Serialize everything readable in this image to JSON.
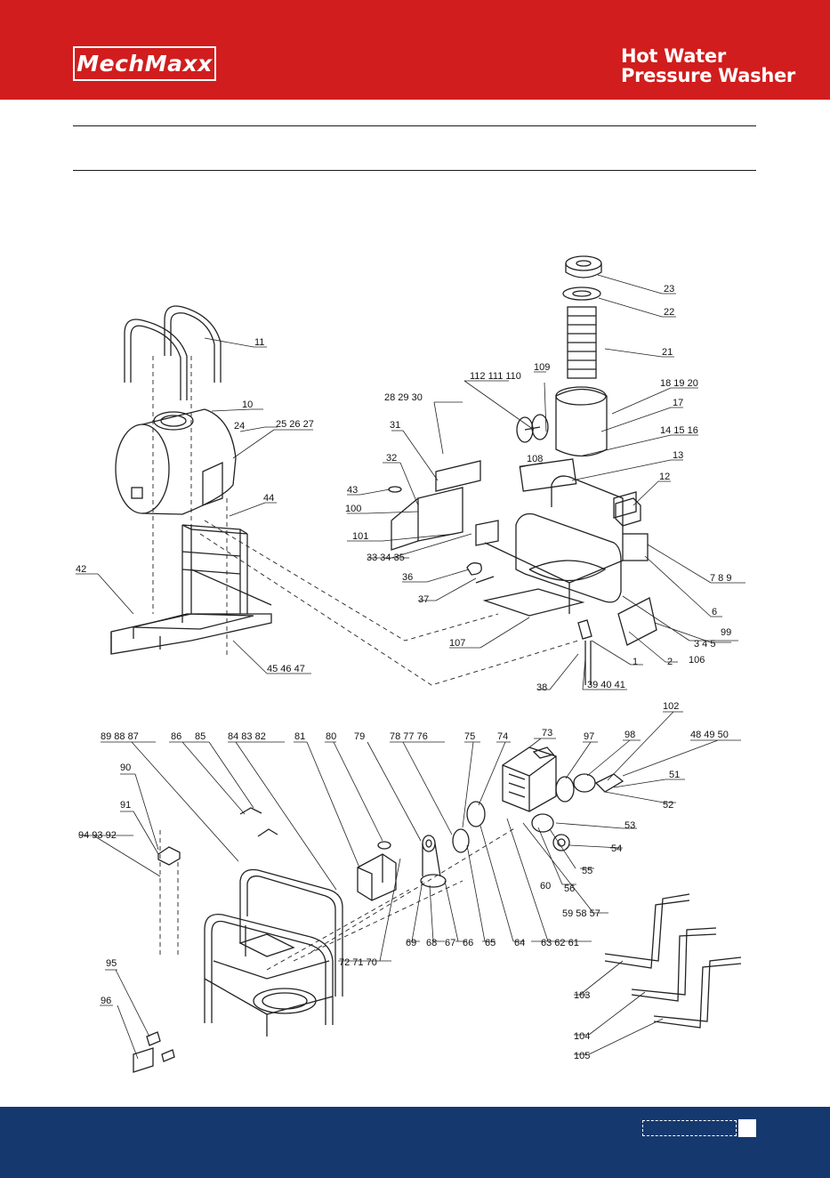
{
  "header": {
    "brand": "MechMaxx",
    "title_line1": "Hot Water",
    "title_line2": "Pressure Washer"
  },
  "colors": {
    "header_red": "#d11d1d",
    "footer_blue": "#15396e"
  },
  "labels": {
    "l1": "1",
    "l2": "2",
    "l345": "3  4  5",
    "l6": "6",
    "l789": "7  8  9",
    "l10": "10",
    "l11": "11",
    "l12": "12",
    "l13": "13",
    "l141516": "14  15  16",
    "l17": "17",
    "l181920": "18  19  20",
    "l21": "21",
    "l22": "22",
    "l23": "23",
    "l24": "24",
    "l252627": "25  26  27",
    "l282930": "28  29  30",
    "l31": "31",
    "l32": "32",
    "l333435": "33  34  35",
    "l36": "36",
    "l37": "37",
    "l38": "38",
    "l394041": "39  40  41",
    "l42": "42",
    "l43": "43",
    "l44": "44",
    "l454647": "45  46  47",
    "l484950": "48  49  50",
    "l51": "51",
    "l52": "52",
    "l53": "53",
    "l54": "54",
    "l55": "55",
    "l56": "56",
    "l575859": "59  58  57",
    "l60": "60",
    "l616263": "63  62  61",
    "l64": "64",
    "l65": "65",
    "l66": "66",
    "l67": "67",
    "l68": "68",
    "l69": "69",
    "l707172": "72  71  70",
    "l73": "73",
    "l74": "74",
    "l75": "75",
    "l767778": "78  77  76",
    "l79": "79",
    "l80": "80",
    "l81": "81",
    "l828384": "84  83  82",
    "l85": "85",
    "l86": "86",
    "l878889": "89  88  87",
    "l90": "90",
    "l91": "91",
    "l929394": "94  93  92",
    "l95": "95",
    "l96": "96",
    "l97": "97",
    "l98": "98",
    "l99": "99",
    "l100": "100",
    "l101": "101",
    "l102": "102",
    "l103": "103",
    "l104": "104",
    "l105": "105",
    "l106": "106",
    "l107": "107",
    "l108": "108",
    "l109": "109",
    "l110112": "112 111 110"
  }
}
